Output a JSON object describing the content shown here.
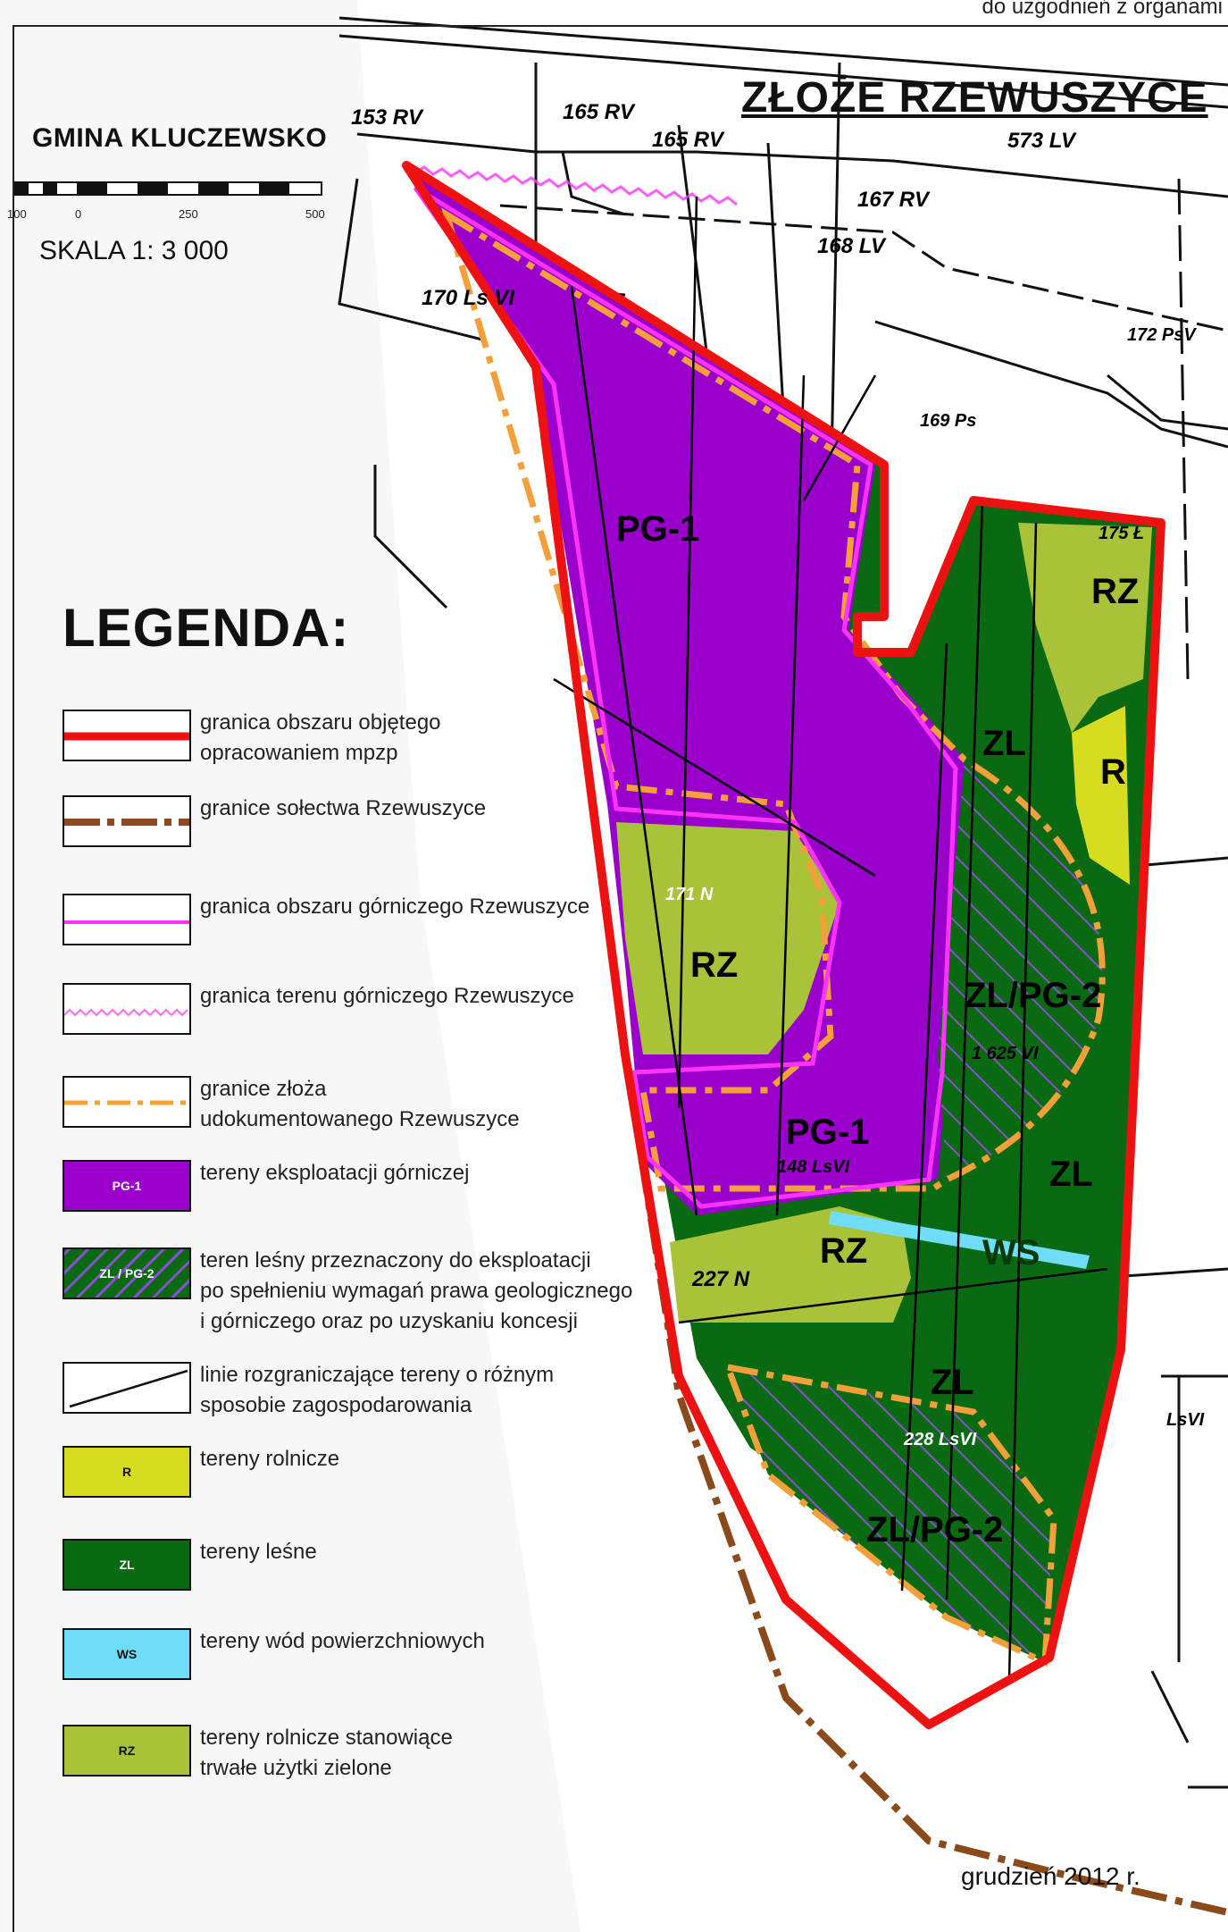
{
  "header": {
    "top_note": "do uzgodnień z organami",
    "deposit_title": "ZŁOŻE RZEWUSZYCE",
    "municipality": "GMINA KLUCZEWSKO",
    "scale_text": "SKALA 1: 3 000",
    "scale_ticks": [
      "100",
      "0",
      "250",
      "500"
    ]
  },
  "map_labels": {
    "pg1_north": "PG-1",
    "pg1_south": "PG-1",
    "rz_center": "RZ",
    "rz_east": "RZ",
    "rz_south": "RZ",
    "r_east": "R",
    "zl_1": "ZL",
    "zl_2": "ZL",
    "zl_3": "ZL",
    "zlpg2_1": "ZL/PG-2",
    "zlpg2_2": "ZL/PG-2",
    "ws": "WS"
  },
  "parcels": {
    "p153": "153 RV",
    "p165a": "165 RV",
    "p165b": "165 RV",
    "p573": "573 LV",
    "p167": "167 RV",
    "p168": "168 LV",
    "p169": "169 Ps",
    "p170": "170 Ls VI",
    "p171": "171 N",
    "p172": "172 PsV",
    "p175": "175 Ł",
    "p1625": "1 625 VI",
    "p148": "148 LsVI",
    "p227": "227 N",
    "p228": "228 LsVI",
    "p5": "LsVI"
  },
  "legend": {
    "title": "LEGENDA:",
    "items": [
      {
        "kind": "line",
        "text": [
          "granica obszaru objętego",
          "opracowaniem mpzp"
        ]
      },
      {
        "kind": "line",
        "text": [
          "granice sołectwa Rzewuszyce"
        ]
      },
      {
        "kind": "line",
        "text": [
          "granica obszaru górniczego Rzewuszyce"
        ]
      },
      {
        "kind": "line",
        "text": [
          "granica terenu górniczego Rzewuszyce"
        ]
      },
      {
        "kind": "line",
        "text": [
          "granice złoża",
          "udokumentowanego Rzewuszyce"
        ]
      },
      {
        "kind": "fill",
        "code": "PG-1",
        "color": "#9900cc",
        "text": [
          "tereny  eksploatacji górniczej"
        ]
      },
      {
        "kind": "fill",
        "code": "ZL / PG-2",
        "color": "#0a6a12",
        "text": [
          "teren leśny przeznaczony do eksploatacji",
          "po spełnieniu wymagań prawa geologicznego",
          "i górniczego oraz po uzyskaniu koncesji"
        ]
      },
      {
        "kind": "line",
        "text": [
          "linie rozgraniczające tereny o różnym",
          "sposobie zagospodarowania"
        ]
      },
      {
        "kind": "fill",
        "code": "R",
        "color": "#d8dc1e",
        "text": [
          "tereny rolnicze"
        ]
      },
      {
        "kind": "fill",
        "code": "ZL",
        "color": "#0a6a12",
        "text": [
          "tereny leśne"
        ]
      },
      {
        "kind": "fill",
        "code": "WS",
        "color": "#6fdcf8",
        "text": [
          "tereny wód powierzchniowych"
        ]
      },
      {
        "kind": "fill",
        "code": "RZ",
        "color": "#a8c23a",
        "text": [
          "tereny rolnicze stanowiące",
          "trwałe użytki zielone"
        ]
      }
    ]
  },
  "footer": {
    "date": "grudzień 2012 r."
  },
  "colors": {
    "boundary_red": "#ee1111",
    "sołectwo_brown": "#8a4a1c",
    "mining_area_magenta": "#ff33ff",
    "deposit_orange": "#f4a03a",
    "pg1_purple": "#9900cc",
    "zl_green": "#0a6a12",
    "r_yellow": "#d8dc1e",
    "rz_green": "#a8c23a",
    "ws_blue": "#6fdcf8"
  }
}
